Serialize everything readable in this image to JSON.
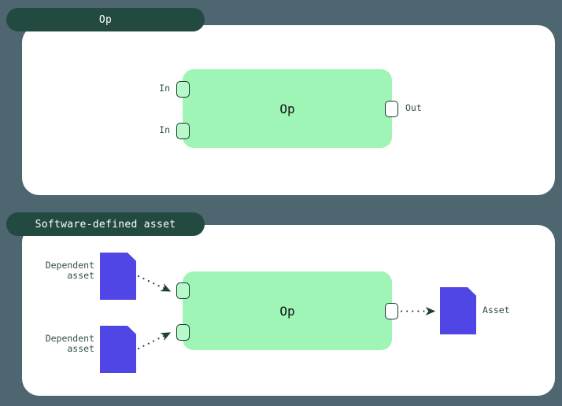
{
  "theme": {
    "background": "#4d6670",
    "panel_bg": "#ffffff",
    "tab_bg": "#234a40",
    "tab_text": "#ffffff",
    "op_box_bg": "#9ff5b5",
    "op_text": "#111111",
    "port_border": "#123a2a",
    "asset_icon": "#4f46e5",
    "label_text": "#2f4f4a",
    "connector": "#1d3f38"
  },
  "panels": [
    {
      "tab_label": "Op",
      "op_label": "Op",
      "inputs": [
        {
          "label": "In"
        },
        {
          "label": "In"
        }
      ],
      "outputs": [
        {
          "label": "Out"
        }
      ]
    },
    {
      "tab_label": "Software-defined asset",
      "op_label": "Op",
      "inputs": [
        {
          "label": "Dependent\nasset",
          "icon": "document-icon"
        },
        {
          "label": "Dependent\nasset",
          "icon": "document-icon"
        }
      ],
      "outputs": [
        {
          "label": "Asset",
          "icon": "document-icon"
        }
      ]
    }
  ]
}
